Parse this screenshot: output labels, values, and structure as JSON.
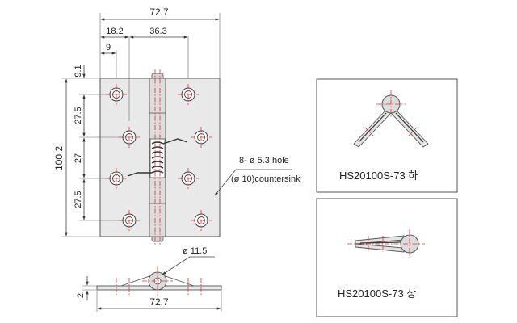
{
  "dimensions": {
    "overall_width_top": "72.7",
    "offset_18_2": "18.2",
    "offset_36_3": "36.3",
    "offset_9": "9",
    "top_9_1": "9.1",
    "pitch_27_5_a": "27.5",
    "pitch_27": "27",
    "pitch_27_5_b": "27.5",
    "overall_height": "100.2",
    "knuckle_diameter": "ø 11.5",
    "thickness": "2",
    "overall_width_bottom": "72.7"
  },
  "hole_callout": {
    "line1": "8- ø 5.3 hole",
    "line2": "(ø 10)countersink"
  },
  "detail_views": [
    {
      "label": "HS20100S-73 하"
    },
    {
      "label": "HS20100S-73 상"
    }
  ],
  "colors": {
    "plate_fill": "#e9e9e9",
    "center_line": "#e23030",
    "knuckle_fill": "#dcdcdc",
    "frame_border": "#555555"
  }
}
